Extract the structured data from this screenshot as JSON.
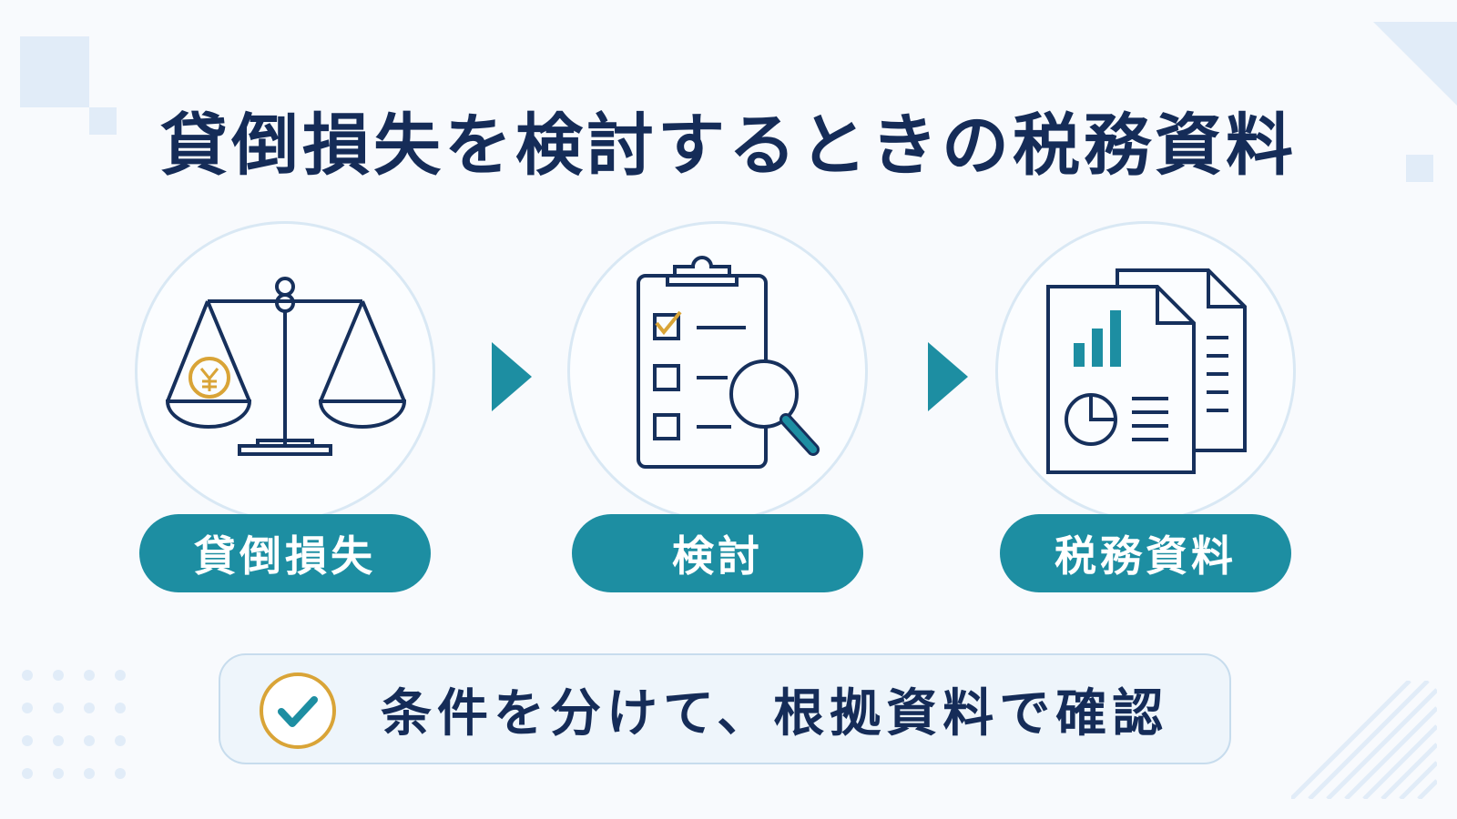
{
  "title": "貸倒損失を検討するときの税務資料",
  "steps": [
    {
      "label": "貸倒損失",
      "icon": "balance-scale-yen-icon"
    },
    {
      "label": "検討",
      "icon": "clipboard-checklist-magnifier-icon"
    },
    {
      "label": "税務資料",
      "icon": "documents-chart-icon"
    }
  ],
  "connector_icon": "triangle-right-arrow-icon",
  "banner": {
    "icon": "check-circle-icon",
    "text": "条件を分けて、根拠資料で確認"
  },
  "colors": {
    "navy": "#16305c",
    "teal": "#1d8ea2",
    "gold": "#d9a437",
    "light_blue": "#e1ecf8"
  }
}
